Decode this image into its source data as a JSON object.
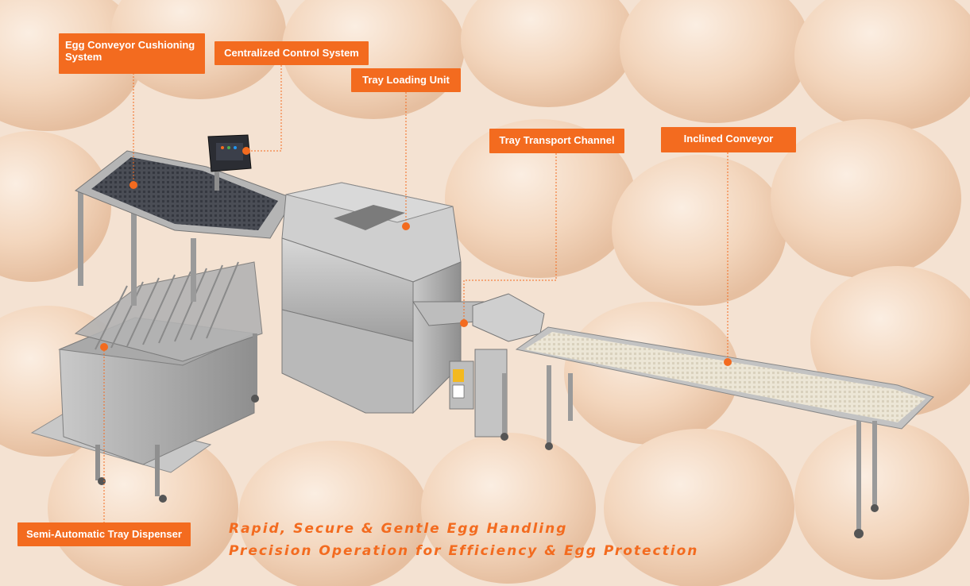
{
  "callouts": {
    "cushioning": "Egg Conveyor Cushioning System",
    "control": "Centralized Control System",
    "tray_loading": "Tray Loading Unit",
    "tray_transport": "Tray Transport Channel",
    "inclined": "Inclined Conveyor",
    "dispenser": "Semi-Automatic Tray Dispenser"
  },
  "taglines": {
    "line1": "Rapid, Secure & Gentle Egg Handling",
    "line2": "Precision Operation for Efficiency & Egg Protection"
  },
  "colors": {
    "accent": "#f36b1f",
    "background_eggs": "#f2d7c0",
    "steel": "#b9b9b9",
    "belt": "#e8e2d0"
  }
}
